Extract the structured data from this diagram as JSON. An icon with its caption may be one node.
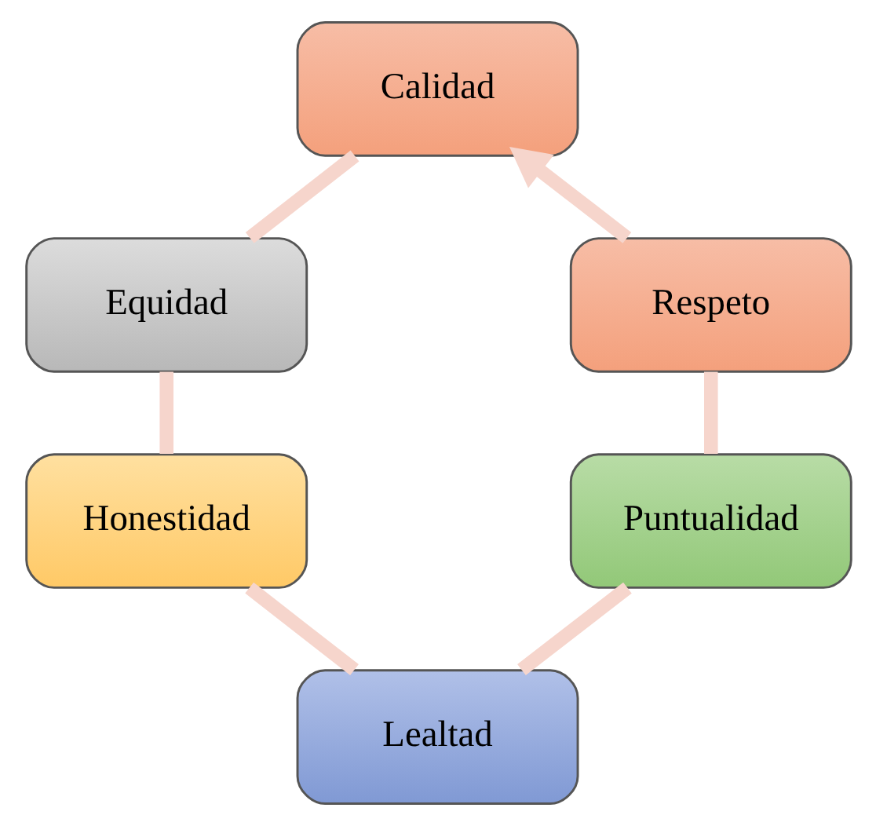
{
  "diagram": {
    "nodes": [
      {
        "text": [
          "Calidad"
        ]
      },
      {
        "text": [
          "Equidad"
        ]
      },
      {
        "text": [
          "Honestidad"
        ]
      },
      {
        "text": [
          "Lealtad"
        ]
      },
      {
        "text": [
          "Puntualidad"
        ]
      },
      {
        "text": [
          "Respeto"
        ]
      }
    ],
    "edges": [
      {
        "from": 0,
        "to": 1,
        "arrow": "none"
      },
      {
        "from": 1,
        "to": 2,
        "arrow": "none"
      },
      {
        "from": 2,
        "to": 3,
        "arrow": "none"
      },
      {
        "from": 3,
        "to": 4,
        "arrow": "none"
      },
      {
        "from": 4,
        "to": 5,
        "arrow": "none"
      },
      {
        "from": 5,
        "to": 0,
        "arrow": "to"
      }
    ]
  }
}
